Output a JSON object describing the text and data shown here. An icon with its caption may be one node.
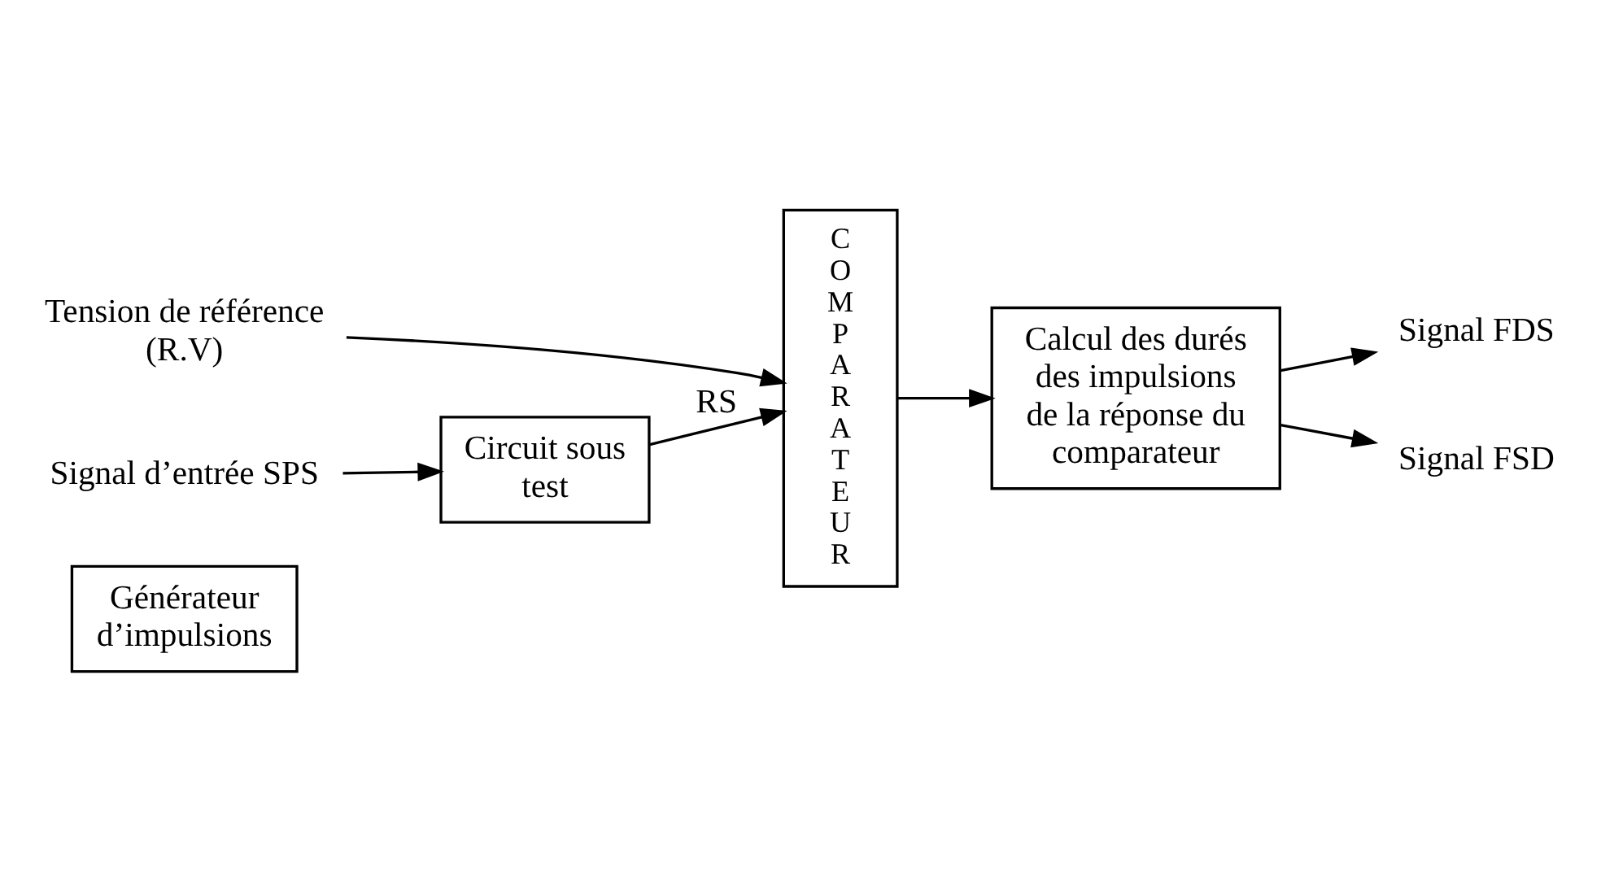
{
  "diagram": {
    "nodes": [
      {
        "text": [
          "Générateur d’impulsions"
        ]
      },
      {
        "text": [
          "Circuit sous test"
        ]
      },
      {
        "text": [
          "COMPARATEUR"
        ]
      },
      {
        "text": [
          "Calcul des durés des impulsions de la réponse du comparateur"
        ]
      },
      {
        "text": [
          "Signal d’entrée SPS"
        ]
      },
      {
        "text": [
          "Tension de référence (R.V)"
        ]
      },
      {
        "text": [
          "Signal FDS"
        ]
      },
      {
        "text": [
          "Signal FSD"
        ]
      }
    ],
    "edges": [
      {
        "from": 4,
        "to": 1,
        "arrow": "to"
      },
      {
        "from": 1,
        "to": 2,
        "arrow": "to",
        "label": "RS"
      },
      {
        "from": 5,
        "to": 2,
        "arrow": "to"
      },
      {
        "from": 2,
        "to": 3,
        "arrow": "to"
      },
      {
        "from": 3,
        "to": 6,
        "arrow": "to"
      },
      {
        "from": 3,
        "to": 7,
        "arrow": "to"
      }
    ]
  }
}
